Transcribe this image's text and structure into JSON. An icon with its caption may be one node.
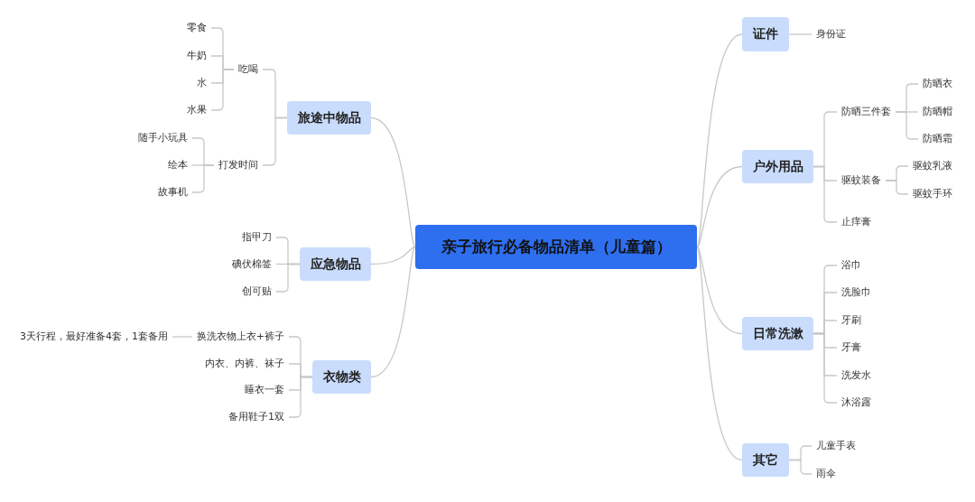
{
  "diagram": {
    "nodes": [
      {
        "text": [
          "亲子旅行必备物品清单（儿童篇）"
        ]
      },
      {
        "text": [
          "旅途中物品"
        ]
      },
      {
        "text": [
          "吃喝"
        ]
      },
      {
        "text": [
          "零食"
        ]
      },
      {
        "text": [
          "牛奶"
        ]
      },
      {
        "text": [
          "水"
        ]
      },
      {
        "text": [
          "水果"
        ]
      },
      {
        "text": [
          "打发时间"
        ]
      },
      {
        "text": [
          "随手小玩具"
        ]
      },
      {
        "text": [
          "绘本"
        ]
      },
      {
        "text": [
          "故事机"
        ]
      },
      {
        "text": [
          "应急物品"
        ]
      },
      {
        "text": [
          "指甲刀"
        ]
      },
      {
        "text": [
          "碘伏棉签"
        ]
      },
      {
        "text": [
          "创可贴"
        ]
      },
      {
        "text": [
          "衣物类"
        ]
      },
      {
        "text": [
          "换洗衣物上衣+裤子"
        ]
      },
      {
        "text": [
          "3天行程，最好准备4套，1套备用"
        ]
      },
      {
        "text": [
          "内衣、内裤、袜子"
        ]
      },
      {
        "text": [
          "睡衣一套"
        ]
      },
      {
        "text": [
          "备用鞋子1双"
        ]
      },
      {
        "text": [
          "证件"
        ]
      },
      {
        "text": [
          "身份证"
        ]
      },
      {
        "text": [
          "户外用品"
        ]
      },
      {
        "text": [
          "防晒三件套"
        ]
      },
      {
        "text": [
          "防晒衣"
        ]
      },
      {
        "text": [
          "防晒帽"
        ]
      },
      {
        "text": [
          "防晒霜"
        ]
      },
      {
        "text": [
          "驱蚊装备"
        ]
      },
      {
        "text": [
          "驱蚊乳液"
        ]
      },
      {
        "text": [
          "驱蚊手环"
        ]
      },
      {
        "text": [
          "止痒膏"
        ]
      },
      {
        "text": [
          "日常洗漱"
        ]
      },
      {
        "text": [
          "浴巾"
        ]
      },
      {
        "text": [
          "洗脸巾"
        ]
      },
      {
        "text": [
          "牙刷"
        ]
      },
      {
        "text": [
          "牙膏"
        ]
      },
      {
        "text": [
          "洗发水"
        ]
      },
      {
        "text": [
          "沐浴露"
        ]
      },
      {
        "text": [
          "其它"
        ]
      },
      {
        "text": [
          "儿童手表"
        ]
      },
      {
        "text": [
          "雨伞"
        ]
      }
    ],
    "edges": [
      {
        "from": 0,
        "to": 1,
        "arrow": "none"
      },
      {
        "from": 1,
        "to": 2,
        "arrow": "none"
      },
      {
        "from": 2,
        "to": 3,
        "arrow": "none"
      },
      {
        "from": 2,
        "to": 4,
        "arrow": "none"
      },
      {
        "from": 2,
        "to": 5,
        "arrow": "none"
      },
      {
        "from": 2,
        "to": 6,
        "arrow": "none"
      },
      {
        "from": 1,
        "to": 7,
        "arrow": "none"
      },
      {
        "from": 7,
        "to": 8,
        "arrow": "none"
      },
      {
        "from": 7,
        "to": 9,
        "arrow": "none"
      },
      {
        "from": 7,
        "to": 10,
        "arrow": "none"
      },
      {
        "from": 0,
        "to": 11,
        "arrow": "none"
      },
      {
        "from": 11,
        "to": 12,
        "arrow": "none"
      },
      {
        "from": 11,
        "to": 13,
        "arrow": "none"
      },
      {
        "from": 11,
        "to": 14,
        "arrow": "none"
      },
      {
        "from": 0,
        "to": 15,
        "arrow": "none"
      },
      {
        "from": 15,
        "to": 16,
        "arrow": "none"
      },
      {
        "from": 16,
        "to": 17,
        "arrow": "none"
      },
      {
        "from": 15,
        "to": 18,
        "arrow": "none"
      },
      {
        "from": 15,
        "to": 19,
        "arrow": "none"
      },
      {
        "from": 15,
        "to": 20,
        "arrow": "none"
      },
      {
        "from": 0,
        "to": 21,
        "arrow": "none"
      },
      {
        "from": 21,
        "to": 22,
        "arrow": "none"
      },
      {
        "from": 0,
        "to": 23,
        "arrow": "none"
      },
      {
        "from": 23,
        "to": 24,
        "arrow": "none"
      },
      {
        "from": 24,
        "to": 25,
        "arrow": "none"
      },
      {
        "from": 24,
        "to": 26,
        "arrow": "none"
      },
      {
        "from": 24,
        "to": 27,
        "arrow": "none"
      },
      {
        "from": 23,
        "to": 28,
        "arrow": "none"
      },
      {
        "from": 28,
        "to": 29,
        "arrow": "none"
      },
      {
        "from": 28,
        "to": 30,
        "arrow": "none"
      },
      {
        "from": 23,
        "to": 31,
        "arrow": "none"
      },
      {
        "from": 0,
        "to": 32,
        "arrow": "none"
      },
      {
        "from": 32,
        "to": 33,
        "arrow": "none"
      },
      {
        "from": 32,
        "to": 34,
        "arrow": "none"
      },
      {
        "from": 32,
        "to": 35,
        "arrow": "none"
      },
      {
        "from": 32,
        "to": 36,
        "arrow": "none"
      },
      {
        "from": 32,
        "to": 37,
        "arrow": "none"
      },
      {
        "from": 32,
        "to": 38,
        "arrow": "none"
      },
      {
        "from": 0,
        "to": 39,
        "arrow": "none"
      },
      {
        "from": 39,
        "to": 40,
        "arrow": "none"
      },
      {
        "from": 39,
        "to": 41,
        "arrow": "none"
      }
    ]
  }
}
